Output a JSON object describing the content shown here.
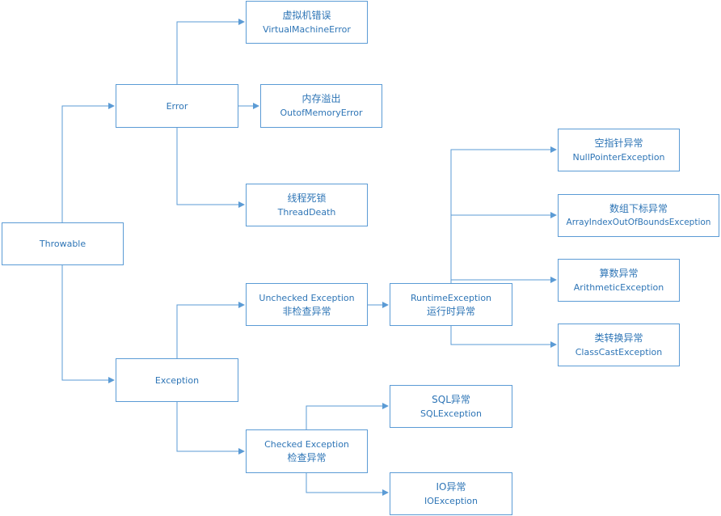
{
  "colors": {
    "node_border": "#5b9bd5",
    "node_text": "#2e75b6",
    "connector": "#5b9bd5",
    "background": "#ffffff"
  },
  "nodes": {
    "throwable": {
      "label": "Throwable"
    },
    "error": {
      "label": "Error"
    },
    "exception": {
      "label": "Exception"
    },
    "vm_error": {
      "cn": "虚拟机错误",
      "en": "VirtualMachineError"
    },
    "oom_error": {
      "cn": "内存溢出",
      "en": "OutofMemoryError"
    },
    "thread_death": {
      "cn": "线程死锁",
      "en": "ThreadDeath"
    },
    "unchecked": {
      "en": "Unchecked Exception",
      "cn": "非检查异常"
    },
    "checked": {
      "en": "Checked Exception",
      "cn": "检查异常"
    },
    "runtime": {
      "en": "RuntimeException",
      "cn": "运行时异常"
    },
    "npe": {
      "cn": "空指针异常",
      "en": "NullPointerException"
    },
    "aioobe": {
      "cn": "数组下标异常",
      "en": "ArrayIndexOutOfBoundsException"
    },
    "arith": {
      "cn": "算数异常",
      "en": "ArithmeticException"
    },
    "classcast": {
      "cn": "类转换异常",
      "en": "ClassCastException"
    },
    "sql": {
      "cn": "SQL异常",
      "en": "SQLException"
    },
    "io": {
      "cn": "IO异常",
      "en": "IOException"
    }
  }
}
